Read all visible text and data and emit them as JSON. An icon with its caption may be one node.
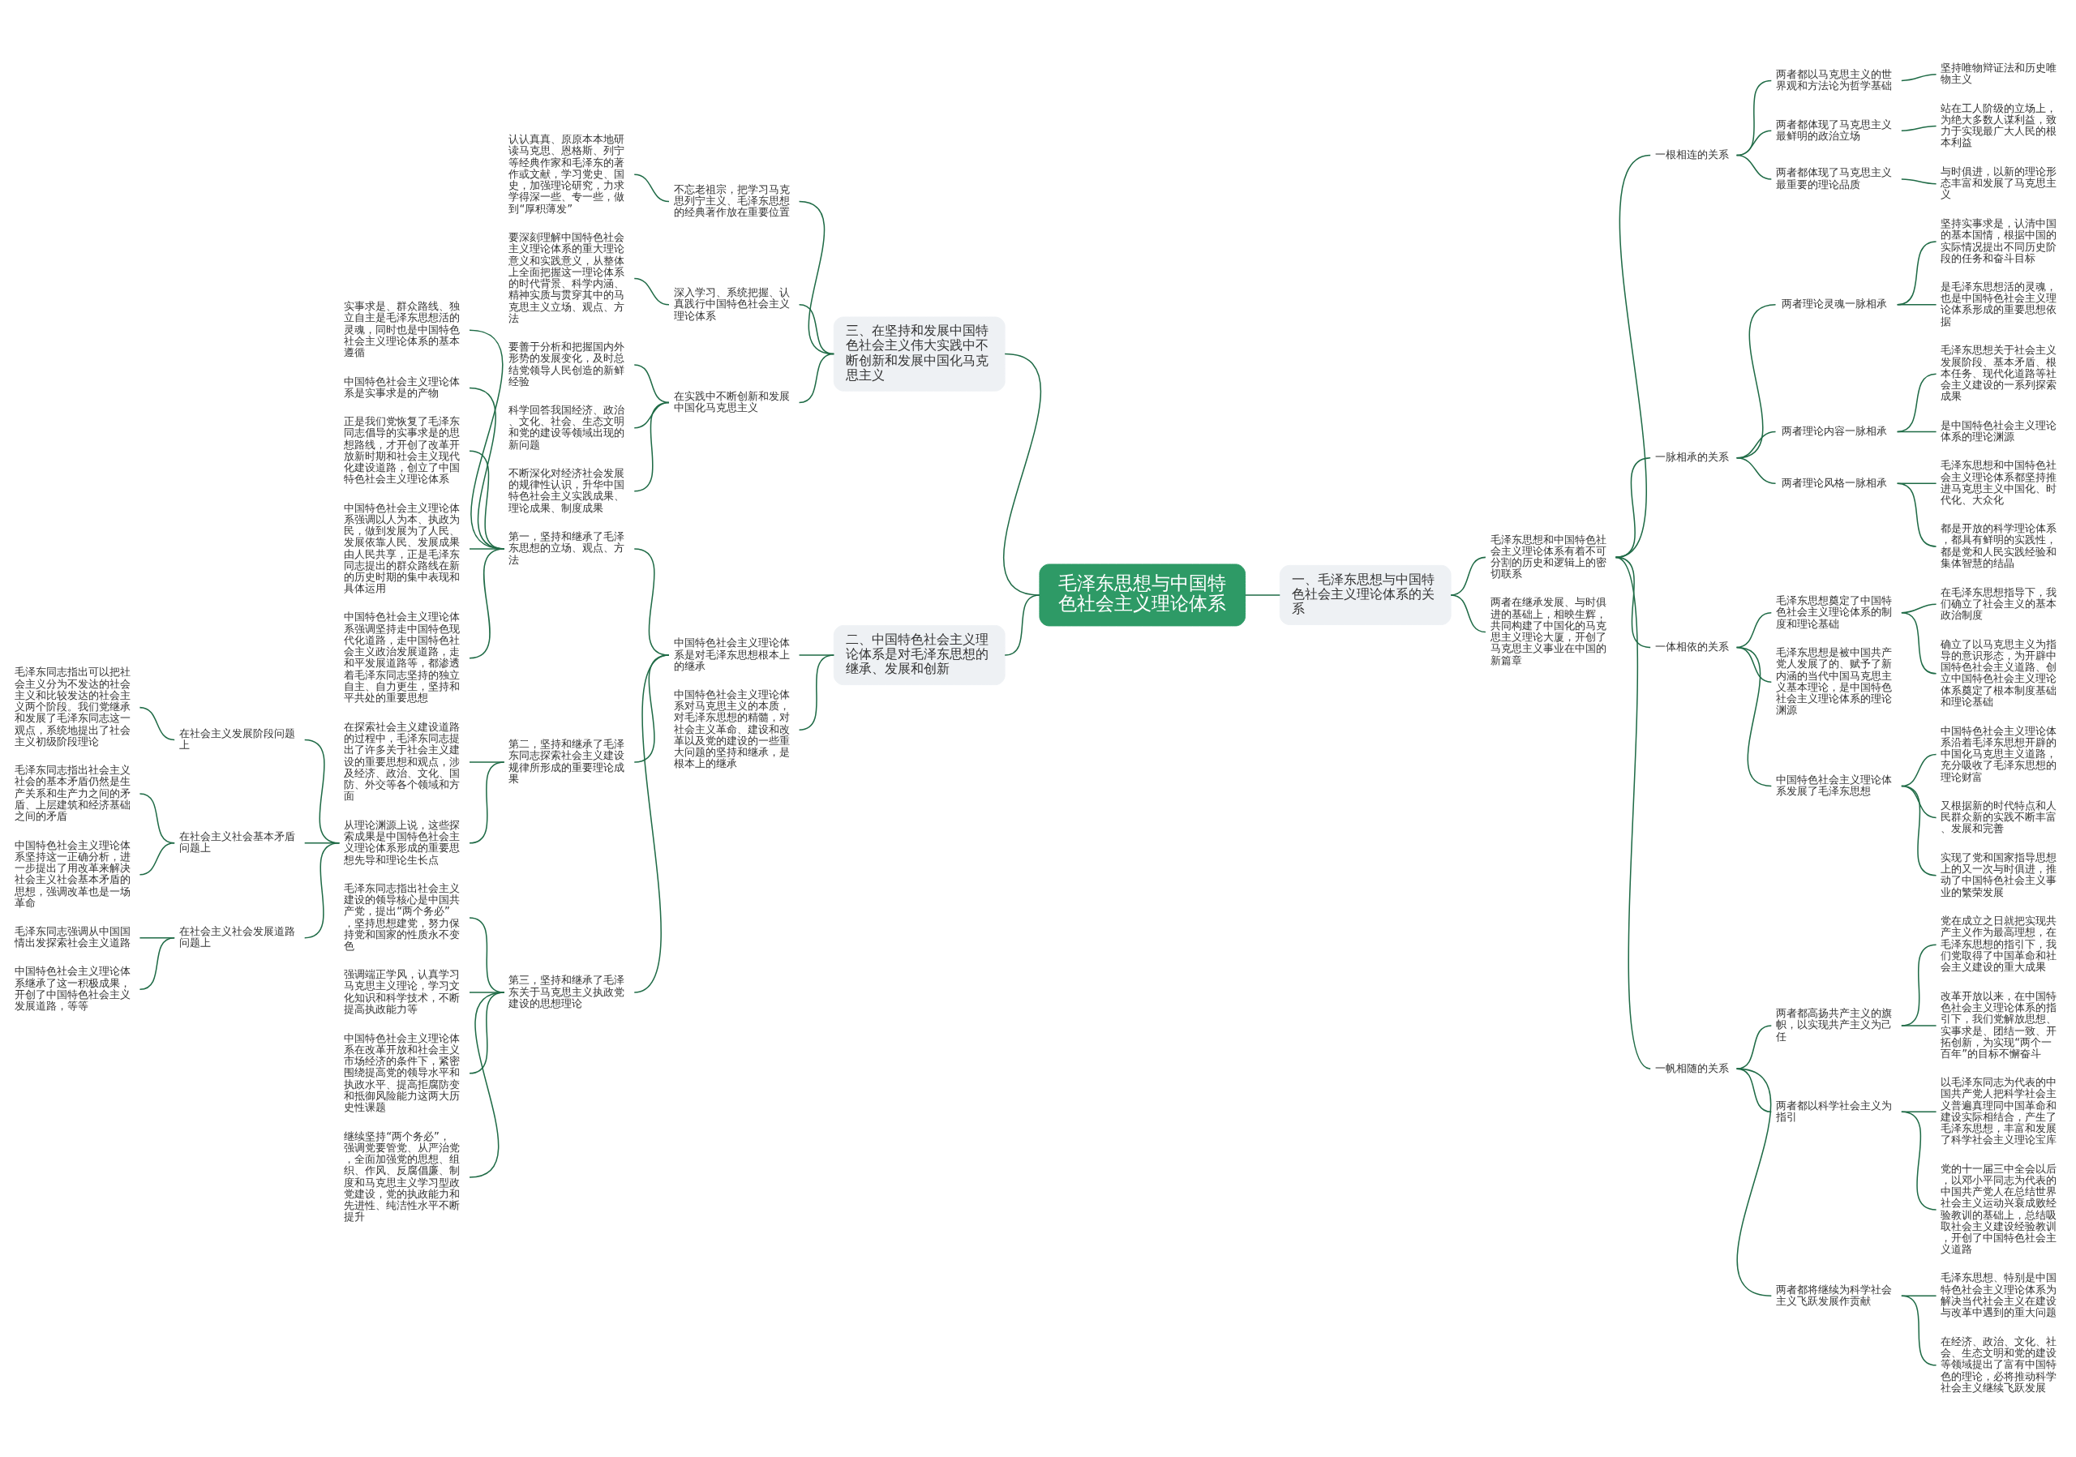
{
  "diagram": {
    "nodes": [
      {
        "text": [
          "毛泽东思想与中国特色社会主义理论体系"
        ]
      },
      {
        "text": [
          "一、毛泽东思想与中国特色社会主义理论体系的关系"
        ]
      },
      {
        "text": [
          "毛泽东思想和中国特色社会主义理论体系有着不可分割的历史和逻辑上的密切联系"
        ]
      },
      {
        "text": [
          "一根相连的关系"
        ]
      },
      {
        "text": [
          "两者都以马克思主义的世界观和方法论为哲学基础"
        ]
      },
      {
        "text": [
          "坚持唯物辩证法和历史唯物主义"
        ]
      },
      {
        "text": [
          "两者都体现了马克思主义最鲜明的政治立场"
        ]
      },
      {
        "text": [
          "站在工人阶级的立场上，为绝大多数人谋利益，致力于实现最广大人民的根本利益"
        ]
      },
      {
        "text": [
          "两者都体现了马克思主义最重要的理论品质"
        ]
      },
      {
        "text": [
          "与时俱进，以新的理论形态丰富和发展了马克思主义"
        ]
      },
      {
        "text": [
          "一脉相承的关系"
        ]
      },
      {
        "text": [
          "两者理论灵魂一脉相承"
        ]
      },
      {
        "text": [
          "坚持实事求是，认清中国的基本国情，根据中国的实际情况提出不同历史阶段的任务和奋斗目标"
        ]
      },
      {
        "text": [
          "是毛泽东思想活的灵魂，也是中国特色社会主义理论体系形成的重要思想依据"
        ]
      },
      {
        "text": [
          "两者理论内容一脉相承"
        ]
      },
      {
        "text": [
          "毛泽东思想关于社会主义发展阶段、基本矛盾、根本任务、现代化道路等社会主义建设的一系列探索成果"
        ]
      },
      {
        "text": [
          "是中国特色社会主义理论体系的理论渊源"
        ]
      },
      {
        "text": [
          "两者理论风格一脉相承"
        ]
      },
      {
        "text": [
          "毛泽东思想和中国特色社会主义理论体系都坚持推进马克思主义中国化、时代化、大众化"
        ]
      },
      {
        "text": [
          "都是开放的科学理论体系，都具有鲜明的实践性，都是党和人民实践经验和集体智慧的结晶"
        ]
      },
      {
        "text": [
          "一体相依的关系"
        ]
      },
      {
        "text": [
          "毛泽东思想奠定了中国特色社会主义理论体系的制度和理论基础"
        ]
      },
      {
        "text": [
          "在毛泽东思想指导下，我们确立了社会主义的基本政治制度"
        ]
      },
      {
        "text": [
          "确立了以马克思主义为指导的意识形态，为开辟中国特色社会主义道路、创立中国特色社会主义理论体系奠定了根本制度基础和理论基础"
        ]
      },
      {
        "text": [
          "毛泽东思想是被中国共产党人发展了的、赋予了新内涵的当代中国马克思主义基本理论，是中国特色社会主义理论体系的理论渊源"
        ]
      },
      {
        "text": [
          "中国特色社会主义理论体系发展了毛泽东思想"
        ]
      },
      {
        "text": [
          "中国特色社会主义理论体系沿着毛泽东思想开辟的中国化马克思主义道路，充分吸收了毛泽东思想的理论财富"
        ]
      },
      {
        "text": [
          "又根据新的时代特点和人民群众新的实践不断丰富、发展和完善"
        ]
      },
      {
        "text": [
          "实现了党和国家指导思想上的又一次与时俱进，推动了中国特色社会主义事业的繁荣发展"
        ]
      },
      {
        "text": [
          "一帆相随的关系"
        ]
      },
      {
        "text": [
          "两者都高扬共产主义的旗帜，以实现共产主义为己任"
        ]
      },
      {
        "text": [
          "党在成立之日就把实现共产主义作为最高理想，在毛泽东思想的指引下，我们党取得了中国革命和社会主义建设的重大成果"
        ]
      },
      {
        "text": [
          "改革开放以来，在中国特色社会主义理论体系的指引下，我们党解放思想、实事求是、团结一致、开拓创新，为实现“两个一百年”的目标不懈奋斗"
        ]
      },
      {
        "text": [
          "两者都以科学社会主义为指引"
        ]
      },
      {
        "text": [
          "以毛泽东同志为代表的中国共产党人把科学社会主义普遍真理同中国革命和建设实际相结合，产生了毛泽东思想，丰富和发展了科学社会主义理论宝库"
        ]
      },
      {
        "text": [
          "党的十一届三中全会以后，以邓小平同志为代表的中国共产党人在总结世界社会主义运动兴衰成败经验教训的基础上，总结吸取社会主义建设经验教训，开创了中国特色社会主义道路"
        ]
      },
      {
        "text": [
          "两者都将继续为科学社会主义飞跃发展作贡献"
        ]
      },
      {
        "text": [
          "毛泽东思想、特别是中国特色社会主义理论体系为解决当代社会主义在建设与改革中遇到的重大问题"
        ]
      },
      {
        "text": [
          "在经济、政治、文化、社会、生态文明和党的建设等领域提出了富有中国特色的理论，必将推动科学社会主义继续飞跃发展"
        ]
      },
      {
        "text": [
          "两者在继承发展、与时俱进的基础上，相映生辉，共同构建了中国化的马克思主义理论大厦，开创了马克思主义事业在中国的新篇章"
        ]
      },
      {
        "text": [
          "三、在坚持和发展中国特色社会主义伟大实践中不断创新和发展中国化马克思主义"
        ]
      },
      {
        "text": [
          "不忘老祖宗，把学习马克思列宁主义、毛泽东思想的经典著作放在重要位置"
        ]
      },
      {
        "text": [
          "认认真真、原原本本地研读马克思、恩格斯、列宁等经典作家和毛泽东的著作或文献，学习党史、国史，加强理论研究，力求学得深一些、专一些，做到“厚积薄发”"
        ]
      },
      {
        "text": [
          "深入学习、系统把握、认真践行中国特色社会主义理论体系"
        ]
      },
      {
        "text": [
          "要深刻理解中国特色社会主义理论体系的重大理论意义和实践意义，从整体上全面把握这一理论体系的时代背景、科学内涵、精神实质与贯穿其中的马克思主义立场、观点、方法"
        ]
      },
      {
        "text": [
          "在实践中不断创新和发展中国化马克思主义"
        ]
      },
      {
        "text": [
          "要善于分析和把握国内外形势的发展变化，及时总结党领导人民创造的新鲜经验"
        ]
      },
      {
        "text": [
          "科学回答我国经济、政治、文化、社会、生态文明和党的建设等领域出现的新问题"
        ]
      },
      {
        "text": [
          "不断深化对经济社会发展的规律性认识，升华中国特色社会主义实践成果、理论成果、制度成果"
        ]
      },
      {
        "text": [
          "二、中国特色社会主义理论体系是对毛泽东思想的继承、发展和创新"
        ]
      },
      {
        "text": [
          "中国特色社会主义理论体系是对毛泽东思想根本上的继承"
        ]
      },
      {
        "text": [
          "第一，坚持和继承了毛泽东思想的立场、观点、方法"
        ]
      },
      {
        "text": [
          "实事求是、群众路线、独立自主是毛泽东思想活的灵魂，同时也是中国特色社会主义理论体系的基本遵循"
        ]
      },
      {
        "text": [
          "中国特色社会主义理论体系是实事求是的产物"
        ]
      },
      {
        "text": [
          "正是我们党恢复了毛泽东同志倡导的实事求是的思想路线，才开创了改革开放新时期和社会主义现代化建设道路，创立了中国特色社会主义理论体系"
        ]
      },
      {
        "text": [
          "中国特色社会主义理论体系强调以人为本、执政为民，做到发展为了人民、发展依靠人民、发展成果由人民共享，正是毛泽东同志提出的群众路线在新的历史时期的集中表现和具体运用"
        ]
      },
      {
        "text": [
          "中国特色社会主义理论体系强调坚持走中国特色现代化道路，走中国特色社会主义政治发展道路，走和平发展道路等，都渗透着毛泽东同志坚持的独立自主、自力更生，坚持和平共处的重要思想"
        ]
      },
      {
        "text": [
          "第二，坚持和继承了毛泽东同志探索社会主义建设规律所形成的重要理论成果"
        ]
      },
      {
        "text": [
          "在探索社会主义建设道路的过程中，毛泽东同志提出了许多关于社会主义建设的重要思想和观点，涉及经济、政治、文化、国防、外交等各个领域和方面"
        ]
      },
      {
        "text": [
          "从理论渊源上说，这些探索成果是中国特色社会主义理论体系形成的重要思想先导和理论生长点"
        ]
      },
      {
        "text": [
          "在社会主义发展阶段问题上"
        ]
      },
      {
        "text": [
          "毛泽东同志指出可以把社会主义分为不发达的社会主义和比较发达的社会主义两个阶段。我们党继承和发展了毛泽东同志这一观点，系统地提出了社会主义初级阶段理论"
        ]
      },
      {
        "text": [
          "在社会主义社会基本矛盾问题上"
        ]
      },
      {
        "text": [
          "毛泽东同志指出社会主义社会的基本矛盾仍然是生产关系和生产力之间的矛盾、上层建筑和经济基础之间的矛盾"
        ]
      },
      {
        "text": [
          "中国特色社会主义理论体系坚持这一正确分析，进一步提出了用改革来解决社会主义社会基本矛盾的思想，强调改革也是一场革命"
        ]
      },
      {
        "text": [
          "在社会主义社会发展道路问题上"
        ]
      },
      {
        "text": [
          "毛泽东同志强调从中国国情出发探索社会主义道路"
        ]
      },
      {
        "text": [
          "中国特色社会主义理论体系继承了这一积极成果，开创了中国特色社会主义发展道路，等等"
        ]
      },
      {
        "text": [
          "第三，坚持和继承了毛泽东关于马克思主义执政党建设的思想理论"
        ]
      },
      {
        "text": [
          "毛泽东同志指出社会主义建设的领导核心是中国共产党，提出“两个务必”，坚持思想建党，努力保持党和国家的性质永不变色"
        ]
      },
      {
        "text": [
          "强调端正学风，认真学习马克思主义理论，学习文化知识和科学技术，不断提高执政能力等"
        ]
      },
      {
        "text": [
          "中国特色社会主义理论体系在改革开放和社会主义市场经济的条件下，紧密围绕提高党的领导水平和执政水平、提高拒腐防变和抵御风险能力这两大历史性课题"
        ]
      },
      {
        "text": [
          "继续坚持“两个务必”，强调党要管党、从严治党，全面加强党的思想、组织、作风、反腐倡廉、制度和马克思主义学习型政党建设，党的执政能力和先进性、纯洁性水平不断提升"
        ]
      },
      {
        "text": [
          "中国特色社会主义理论体系对马克思主义的本质，对毛泽东思想的精髓，对社会主义革命、建设和改革以及党的建设的一些重大问题的坚持和继承，是根本上的继承"
        ]
      }
    ],
    "edges": [
      {
        "from": 0,
        "to": 1,
        "arrow": "none"
      },
      {
        "from": 1,
        "to": 2,
        "arrow": "none"
      },
      {
        "from": 2,
        "to": 3,
        "arrow": "none"
      },
      {
        "from": 3,
        "to": 4,
        "arrow": "none"
      },
      {
        "from": 4,
        "to": 5,
        "arrow": "none"
      },
      {
        "from": 3,
        "to": 6,
        "arrow": "none"
      },
      {
        "from": 6,
        "to": 7,
        "arrow": "none"
      },
      {
        "from": 3,
        "to": 8,
        "arrow": "none"
      },
      {
        "from": 8,
        "to": 9,
        "arrow": "none"
      },
      {
        "from": 2,
        "to": 10,
        "arrow": "none"
      },
      {
        "from": 10,
        "to": 11,
        "arrow": "none"
      },
      {
        "from": 11,
        "to": 12,
        "arrow": "none"
      },
      {
        "from": 11,
        "to": 13,
        "arrow": "none"
      },
      {
        "from": 10,
        "to": 14,
        "arrow": "none"
      },
      {
        "from": 14,
        "to": 15,
        "arrow": "none"
      },
      {
        "from": 14,
        "to": 16,
        "arrow": "none"
      },
      {
        "from": 10,
        "to": 17,
        "arrow": "none"
      },
      {
        "from": 17,
        "to": 18,
        "arrow": "none"
      },
      {
        "from": 17,
        "to": 19,
        "arrow": "none"
      },
      {
        "from": 2,
        "to": 20,
        "arrow": "none"
      },
      {
        "from": 20,
        "to": 21,
        "arrow": "none"
      },
      {
        "from": 21,
        "to": 22,
        "arrow": "none"
      },
      {
        "from": 21,
        "to": 23,
        "arrow": "none"
      },
      {
        "from": 20,
        "to": 24,
        "arrow": "none"
      },
      {
        "from": 20,
        "to": 25,
        "arrow": "none"
      },
      {
        "from": 25,
        "to": 26,
        "arrow": "none"
      },
      {
        "from": 25,
        "to": 27,
        "arrow": "none"
      },
      {
        "from": 25,
        "to": 28,
        "arrow": "none"
      },
      {
        "from": 2,
        "to": 29,
        "arrow": "none"
      },
      {
        "from": 29,
        "to": 30,
        "arrow": "none"
      },
      {
        "from": 30,
        "to": 31,
        "arrow": "none"
      },
      {
        "from": 30,
        "to": 32,
        "arrow": "none"
      },
      {
        "from": 29,
        "to": 33,
        "arrow": "none"
      },
      {
        "from": 33,
        "to": 34,
        "arrow": "none"
      },
      {
        "from": 33,
        "to": 35,
        "arrow": "none"
      },
      {
        "from": 29,
        "to": 36,
        "arrow": "none"
      },
      {
        "from": 36,
        "to": 37,
        "arrow": "none"
      },
      {
        "from": 36,
        "to": 38,
        "arrow": "none"
      },
      {
        "from": 1,
        "to": 39,
        "arrow": "none"
      },
      {
        "from": 40,
        "to": 0,
        "arrow": "none"
      },
      {
        "from": 41,
        "to": 40,
        "arrow": "none"
      },
      {
        "from": 42,
        "to": 41,
        "arrow": "none"
      },
      {
        "from": 43,
        "to": 40,
        "arrow": "none"
      },
      {
        "from": 44,
        "to": 43,
        "arrow": "none"
      },
      {
        "from": 45,
        "to": 40,
        "arrow": "none"
      },
      {
        "from": 46,
        "to": 45,
        "arrow": "none"
      },
      {
        "from": 47,
        "to": 45,
        "arrow": "none"
      },
      {
        "from": 48,
        "to": 45,
        "arrow": "none"
      },
      {
        "from": 49,
        "to": 0,
        "arrow": "none"
      },
      {
        "from": 50,
        "to": 49,
        "arrow": "none"
      },
      {
        "from": 51,
        "to": 50,
        "arrow": "none"
      },
      {
        "from": 52,
        "to": 51,
        "arrow": "none"
      },
      {
        "from": 53,
        "to": 51,
        "arrow": "none"
      },
      {
        "from": 54,
        "to": 51,
        "arrow": "none"
      },
      {
        "from": 55,
        "to": 51,
        "arrow": "none"
      },
      {
        "from": 56,
        "to": 51,
        "arrow": "none"
      },
      {
        "from": 57,
        "to": 50,
        "arrow": "none"
      },
      {
        "from": 58,
        "to": 57,
        "arrow": "none"
      },
      {
        "from": 59,
        "to": 57,
        "arrow": "none"
      },
      {
        "from": 60,
        "to": 59,
        "arrow": "none"
      },
      {
        "from": 61,
        "to": 60,
        "arrow": "none"
      },
      {
        "from": 62,
        "to": 59,
        "arrow": "none"
      },
      {
        "from": 63,
        "to": 62,
        "arrow": "none"
      },
      {
        "from": 64,
        "to": 62,
        "arrow": "none"
      },
      {
        "from": 65,
        "to": 59,
        "arrow": "none"
      },
      {
        "from": 66,
        "to": 65,
        "arrow": "none"
      },
      {
        "from": 67,
        "to": 65,
        "arrow": "none"
      },
      {
        "from": 68,
        "to": 50,
        "arrow": "none"
      },
      {
        "from": 69,
        "to": 68,
        "arrow": "none"
      },
      {
        "from": 70,
        "to": 68,
        "arrow": "none"
      },
      {
        "from": 71,
        "to": 68,
        "arrow": "none"
      },
      {
        "from": 72,
        "to": 68,
        "arrow": "none"
      },
      {
        "from": 73,
        "to": 49,
        "arrow": "none"
      }
    ]
  }
}
